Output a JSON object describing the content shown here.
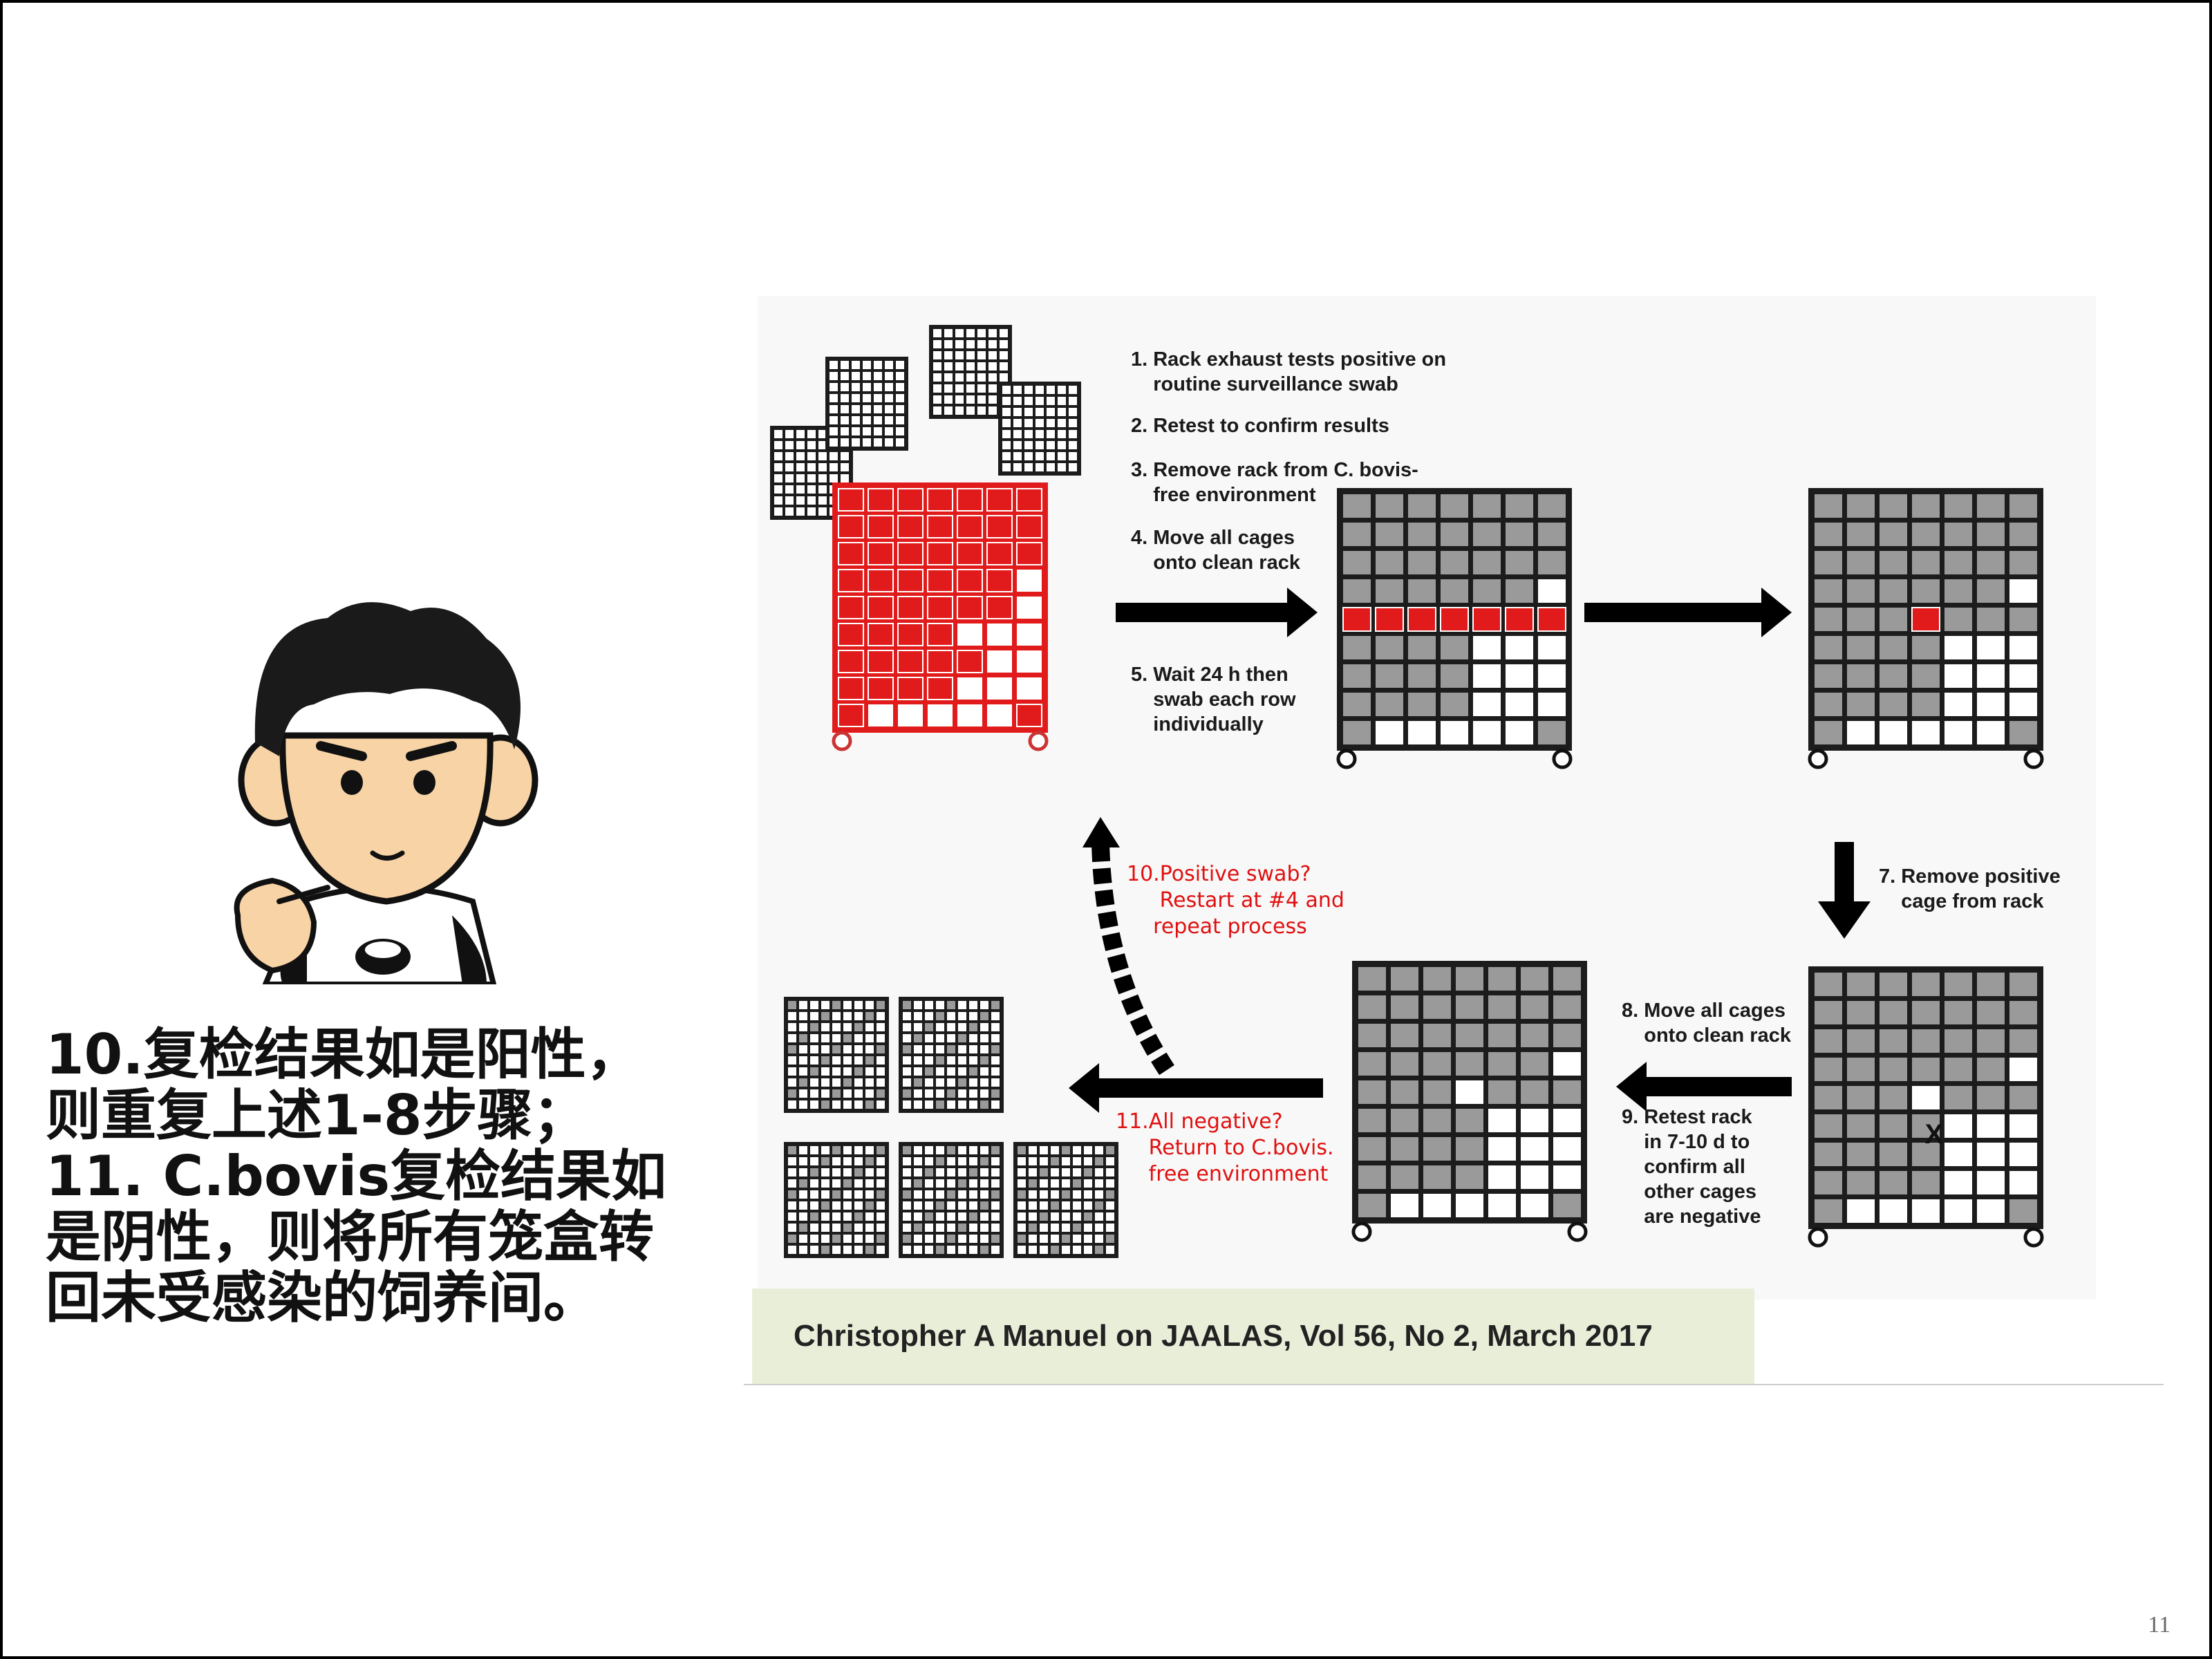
{
  "slide": {
    "body_lines": [
      "10.复检结果如是阳性，",
      "则重复上述1-8步骤；",
      "11. C.bovis复检结果如",
      "是阴性，则将所有笼盒转",
      "回未受感染的饲养间。"
    ],
    "citation": "Christopher A Manuel on JAALAS, Vol 56, No 2, March 2017",
    "page_number": "11"
  },
  "figure": {
    "steps": {
      "s1": "1. Rack exhaust tests positive on\n    routine surveillance swab",
      "s2": "2. Retest to confirm results",
      "s3": "3. Remove rack from C. bovis-\n    free environment",
      "s4": "4. Move all cages\n    onto clean rack",
      "s5": "5. Wait 24 h then\n    swab each row\n    individually",
      "s7": "7. Remove positive\n    cage from rack",
      "s8": "8. Move all cages\n    onto clean rack",
      "s9": "9. Retest rack\n    in 7-10 d to\n    confirm all\n    other cages\n    are negative"
    },
    "notes": {
      "n10": "10.Positive swab?\n     Restart at #4 and\n    repeat process",
      "n11": "11.All negative?\n     Return to C.bovis.\n     free environment"
    },
    "marker": "X",
    "colors": {
      "positive": "#e11b1b",
      "cage": "#9a9a9a",
      "frame": "#1c1c1c",
      "empty": "#ffffff",
      "note_red": "#e01010"
    },
    "icons": [
      "cartoon-avatar-icon",
      "right-arrow-icon",
      "down-arrow-icon",
      "left-arrow-icon",
      "dashed-curved-arrow-icon"
    ]
  }
}
